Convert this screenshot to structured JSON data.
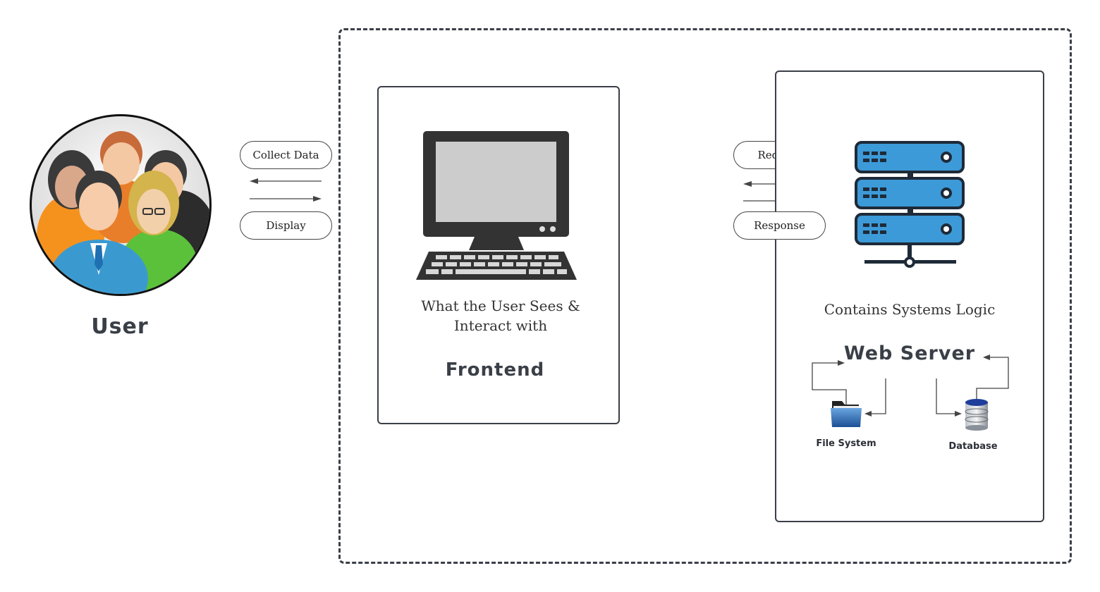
{
  "user": {
    "label": "User"
  },
  "left_connector": {
    "top_label": "Collect Data",
    "bottom_label": "Display"
  },
  "frontend": {
    "description_line1": "What the User Sees &",
    "description_line2": "Interact with",
    "title": "Frontend"
  },
  "right_connector": {
    "top_label": "Request",
    "bottom_label": "Response"
  },
  "backend": {
    "description": "Contains Systems Logic",
    "server_title": "Web Server",
    "file_system_label": "File System",
    "database_label": "Database"
  },
  "colors": {
    "frame": "#3a3f47",
    "server_blue": "#3d9ad8",
    "server_dark": "#1e2a38",
    "monitor": "#333333",
    "screen": "#cccccc"
  }
}
